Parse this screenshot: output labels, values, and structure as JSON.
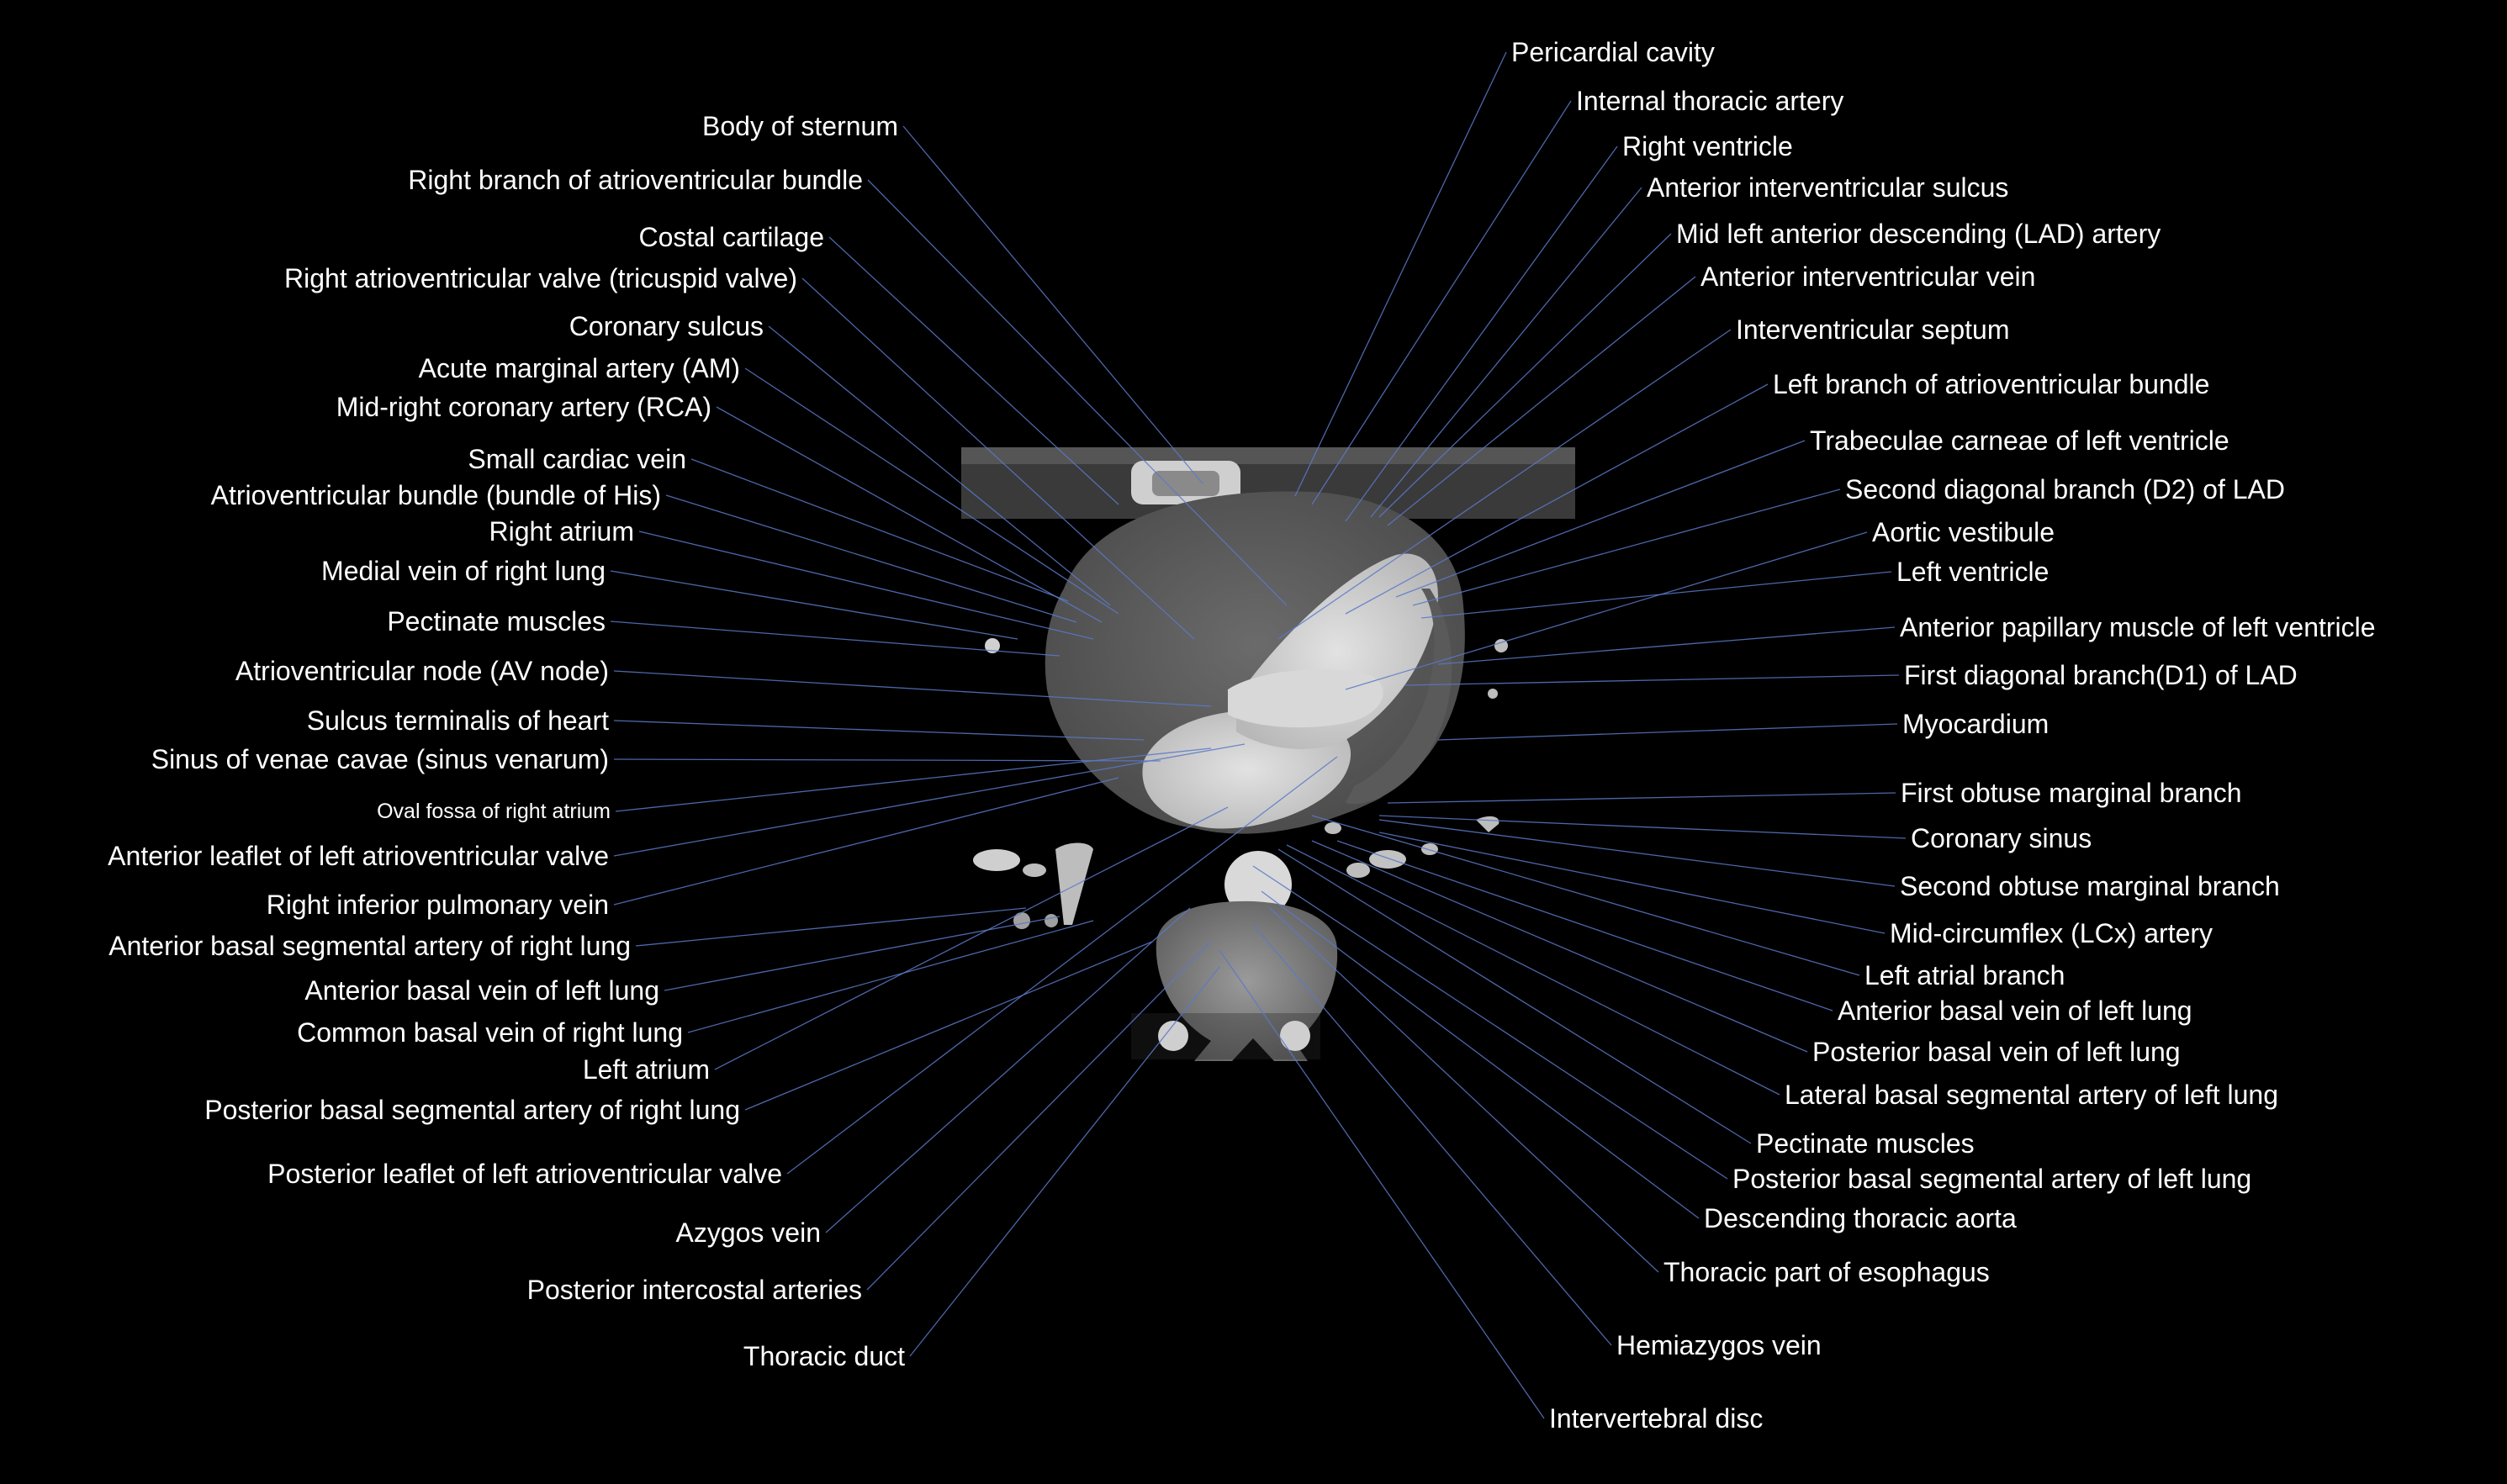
{
  "colors": {
    "background": "#000000",
    "leader_line": "#5b79c8",
    "label_text": "#ffffff"
  },
  "image": {
    "name": "axial cardiac CT slice"
  },
  "left_labels": [
    "Body of sternum",
    "Right branch of atrioventricular bundle",
    "Costal cartilage",
    "Right atrioventricular valve (tricuspid valve)",
    "Coronary sulcus",
    "Acute marginal artery (AM)",
    "Mid-right coronary artery (RCA)",
    "Small cardiac vein",
    "Atrioventricular bundle (bundle of His)",
    "Right atrium",
    "Medial vein of right lung",
    "Pectinate muscles",
    "Atrioventricular node (AV node)",
    "Sulcus terminalis of heart",
    "Sinus of venae cavae (sinus venarum)",
    "Oval fossa of right atrium",
    "Anterior leaflet of left atrioventricular valve",
    "Right inferior pulmonary vein",
    "Anterior basal segmental artery of right lung",
    "Anterior basal vein of left lung",
    "Common basal vein of right lung",
    "Left atrium",
    "Posterior basal segmental artery of right lung",
    "Posterior leaflet of left atrioventricular valve",
    "Azygos vein",
    "Posterior intercostal arteries",
    "Thoracic duct"
  ],
  "right_labels": [
    "Pericardial cavity",
    "Internal thoracic artery",
    "Right ventricle",
    "Anterior interventricular sulcus",
    "Mid left anterior descending (LAD) artery",
    "Anterior interventricular vein",
    "Interventricular septum",
    "Left branch of atrioventricular bundle",
    "Trabeculae carneae of left ventricle",
    "Second diagonal branch (D2) of LAD",
    "Aortic vestibule",
    "Left ventricle",
    "Anterior papillary muscle of left ventricle",
    "First diagonal branch(D1) of LAD",
    "Myocardium",
    "First obtuse marginal branch",
    "Coronary sinus",
    "Second obtuse marginal branch",
    "Mid-circumflex (LCx) artery",
    "Left atrial branch",
    "Anterior basal vein of left lung",
    "Posterior basal vein of left lung",
    "Lateral basal segmental artery of left lung",
    "Pectinate muscles",
    "Posterior basal segmental artery of left lung",
    "Descending thoracic aorta",
    "Thoracic part of esophagus",
    "Hemiazygos vein",
    "Intervertebral disc"
  ]
}
